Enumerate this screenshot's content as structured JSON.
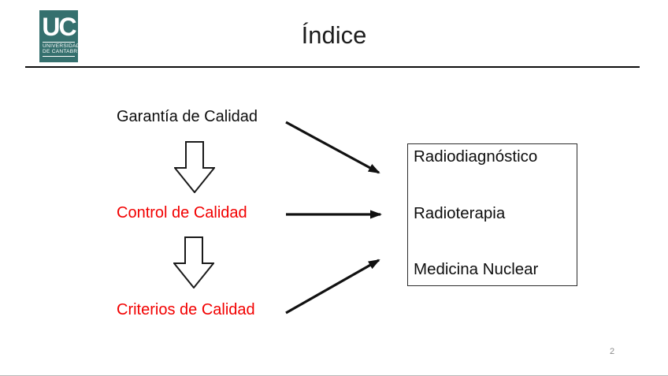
{
  "slide": {
    "title": "Índice",
    "page_number": "2"
  },
  "logo": {
    "acronym": "UC",
    "name_line1": "UNIVERSIDAD",
    "name_line2": "DE CANTABRIA"
  },
  "flow_items": [
    {
      "label": "Garantía de Calidad",
      "color": "black"
    },
    {
      "label": "Control de Calidad",
      "color": "red"
    },
    {
      "label": "Criterios de Calidad",
      "color": "red"
    }
  ],
  "target_box": {
    "items": [
      {
        "label": "Radiodiagnóstico"
      },
      {
        "label": "Radioterapia"
      },
      {
        "label": "Medicina Nuclear"
      }
    ]
  },
  "icons": {
    "down_arrow": "down-arrow-shape",
    "connector_arrow": "right-arrow-connector"
  },
  "colors": {
    "logo_teal": "#35706E",
    "text_red": "#F20000",
    "text_black": "#0E0E0E",
    "page_number_gray": "#8A8A8A"
  }
}
